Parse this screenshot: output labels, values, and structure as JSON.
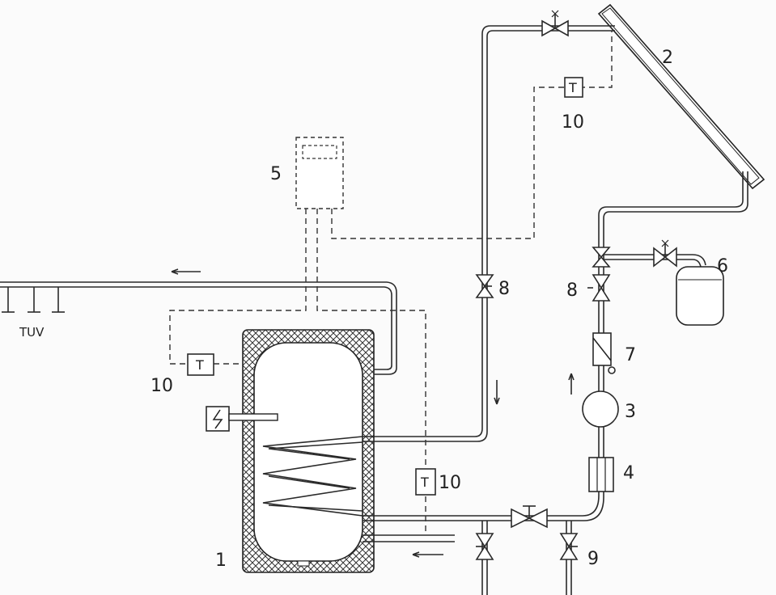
{
  "labels": {
    "storage_tank": "1",
    "collector": "2",
    "pump": "3",
    "heat_meter": "4",
    "controller": "5",
    "expansion_vessel": "6",
    "check_valve": "7",
    "valve_left": "8",
    "valve_right": "8",
    "drain_valve": "9",
    "sensor_collector": "10",
    "sensor_tank": "10",
    "sensor_return": "10",
    "tuv": "TUV"
  },
  "sensor_text": "T"
}
